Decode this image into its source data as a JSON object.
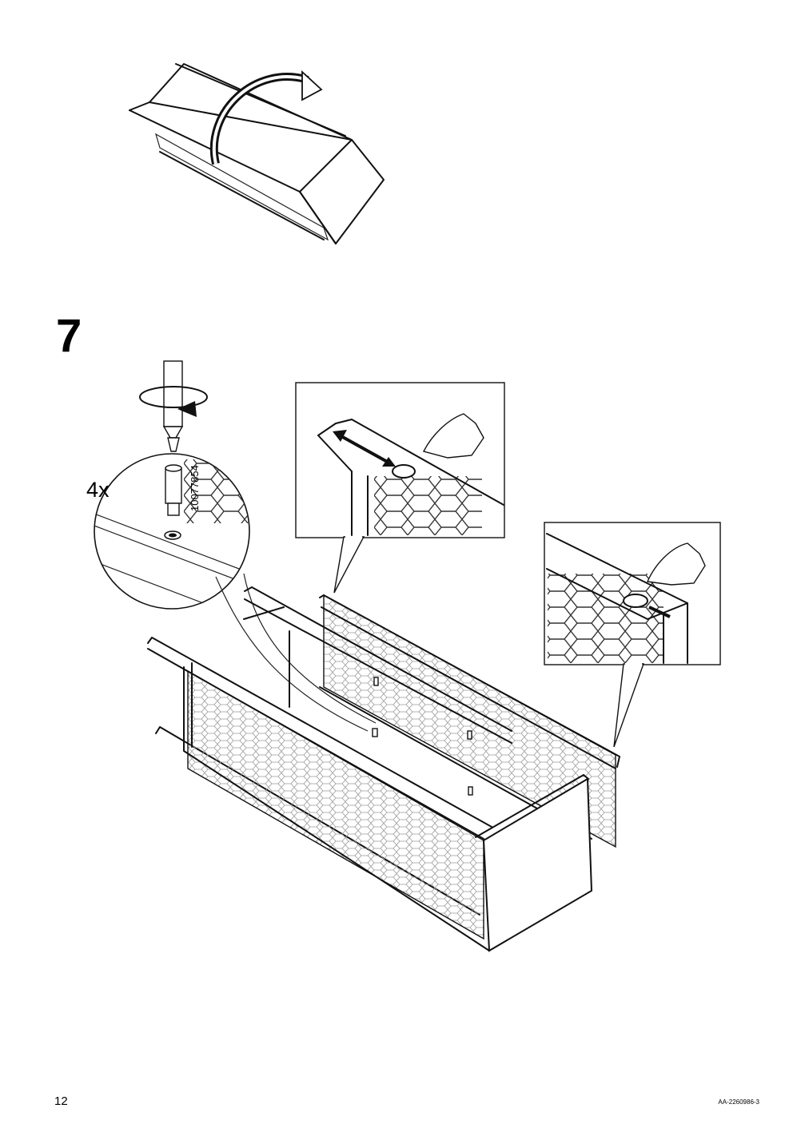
{
  "page": {
    "step_number": "7",
    "quantity": "4x",
    "part_number": "10077854",
    "page_number": "12",
    "document_code": "AA-2260986-3"
  },
  "illustrations": {
    "top": "flip-cabinet-icon",
    "tool": "screwdriver-rotate-icon",
    "callout_left": "slide-shelf-pin-icon",
    "callout_right": "slide-shelf-pin-icon"
  },
  "colors": {
    "ink": "#111111",
    "mesh": "#9a9a9a",
    "background": "#ffffff"
  }
}
